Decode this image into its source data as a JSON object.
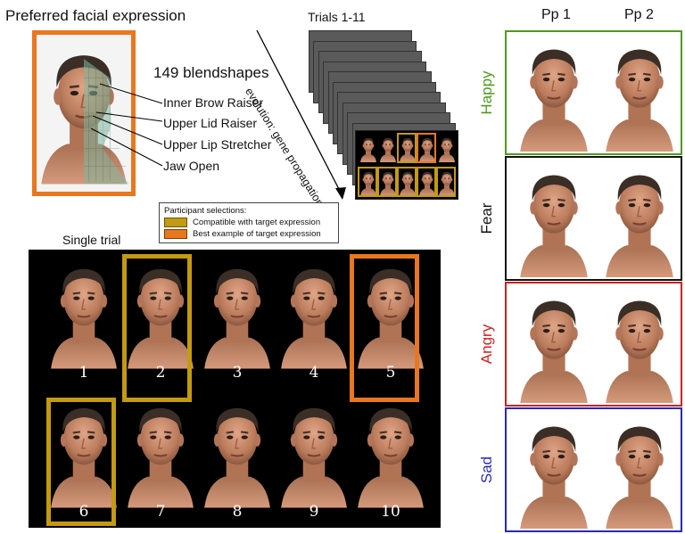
{
  "preferred": {
    "title": "Preferred facial expression",
    "blendshape_count": "149 blendshapes",
    "blendshapes": [
      "Inner Brow Raiser",
      "Upper Lid Raiser",
      "Upper Lip Stretcher",
      "Jaw Open"
    ]
  },
  "trials": {
    "title": "Trials 1-11",
    "evolution_label": "evolution: gene propagation"
  },
  "legend": {
    "title": "Participant selections:",
    "items": [
      {
        "label": "Compatible with target expression",
        "color": "#c39a12"
      },
      {
        "label": "Best example of target expression",
        "color": "#e8771f"
      }
    ]
  },
  "single_trial": {
    "title": "Single trial",
    "numbers": [
      "1",
      "2",
      "3",
      "4",
      "5",
      "6",
      "7",
      "8",
      "9",
      "10"
    ],
    "compatible_color": "#c39a12",
    "best_color": "#e8771f"
  },
  "grid": {
    "participants": [
      "Pp 1",
      "Pp 2"
    ],
    "emotions": [
      {
        "label": "Happy",
        "color": "#4f9a22"
      },
      {
        "label": "Fear",
        "color": "#111111"
      },
      {
        "label": "Angry",
        "color": "#cc2222"
      },
      {
        "label": "Sad",
        "color": "#2929b8"
      }
    ]
  },
  "colors": {
    "skin": "#c98a6a",
    "hair": "#3a2e26",
    "mesh": "#7fb7a0"
  }
}
